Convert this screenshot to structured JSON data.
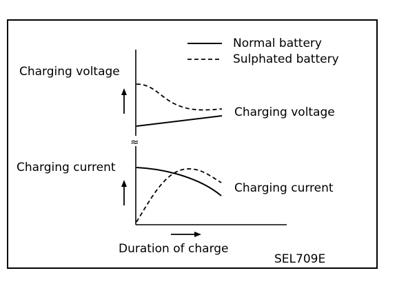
{
  "legend": {
    "normal_label": "Normal battery",
    "sulphated_label": "Sulphated battery"
  },
  "voltage_panel": {
    "axis_label": "Charging voltage",
    "curve_label": "Charging voltage"
  },
  "current_panel": {
    "axis_label": "Charging current",
    "curve_label": "Charging current"
  },
  "x_axis_label": "Duration of charge",
  "figure_code": "SEL709E",
  "axis_break_symbol": "≈"
}
